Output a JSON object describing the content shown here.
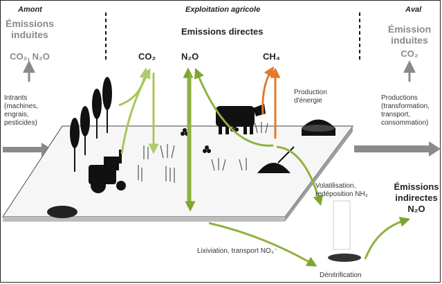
{
  "amont": {
    "title": "Amont",
    "emissions_line1": "Émissions",
    "emissions_line2": "induites",
    "gases": "CO₂, N₂O",
    "intrants": [
      "Intrants",
      "(machines,",
      "engrais,",
      "pesticides)"
    ]
  },
  "exploitation": {
    "title": "Exploitation agricole",
    "subtitle": "Emissions directes",
    "gas_co2": "CO₂",
    "gas_n2o": "N₂O",
    "gas_ch4": "CH₄",
    "production_energie": [
      "Production",
      "d'énergie"
    ],
    "volatilisation": [
      "Volatilisation,",
      "redéposition NH₃"
    ],
    "lixiviation": "Lixiviation,  transport NO₃⁻",
    "denitrification": "Dénitrification"
  },
  "aval": {
    "title": "Aval",
    "emission_line1": "Émission",
    "emission_line2": "induites",
    "gas": "CO₂",
    "productions": [
      "Productions",
      "(transformation,",
      "transport,",
      "consommation)"
    ]
  },
  "indirectes": {
    "line1": "Émissions",
    "line2": "indirectes",
    "gas": "N₂O"
  },
  "colors": {
    "green_dark": "#5c8a1e",
    "green_light": "#a8c65a",
    "orange": "#e07a2e",
    "grey": "#8a8a8a",
    "black": "#111111"
  }
}
